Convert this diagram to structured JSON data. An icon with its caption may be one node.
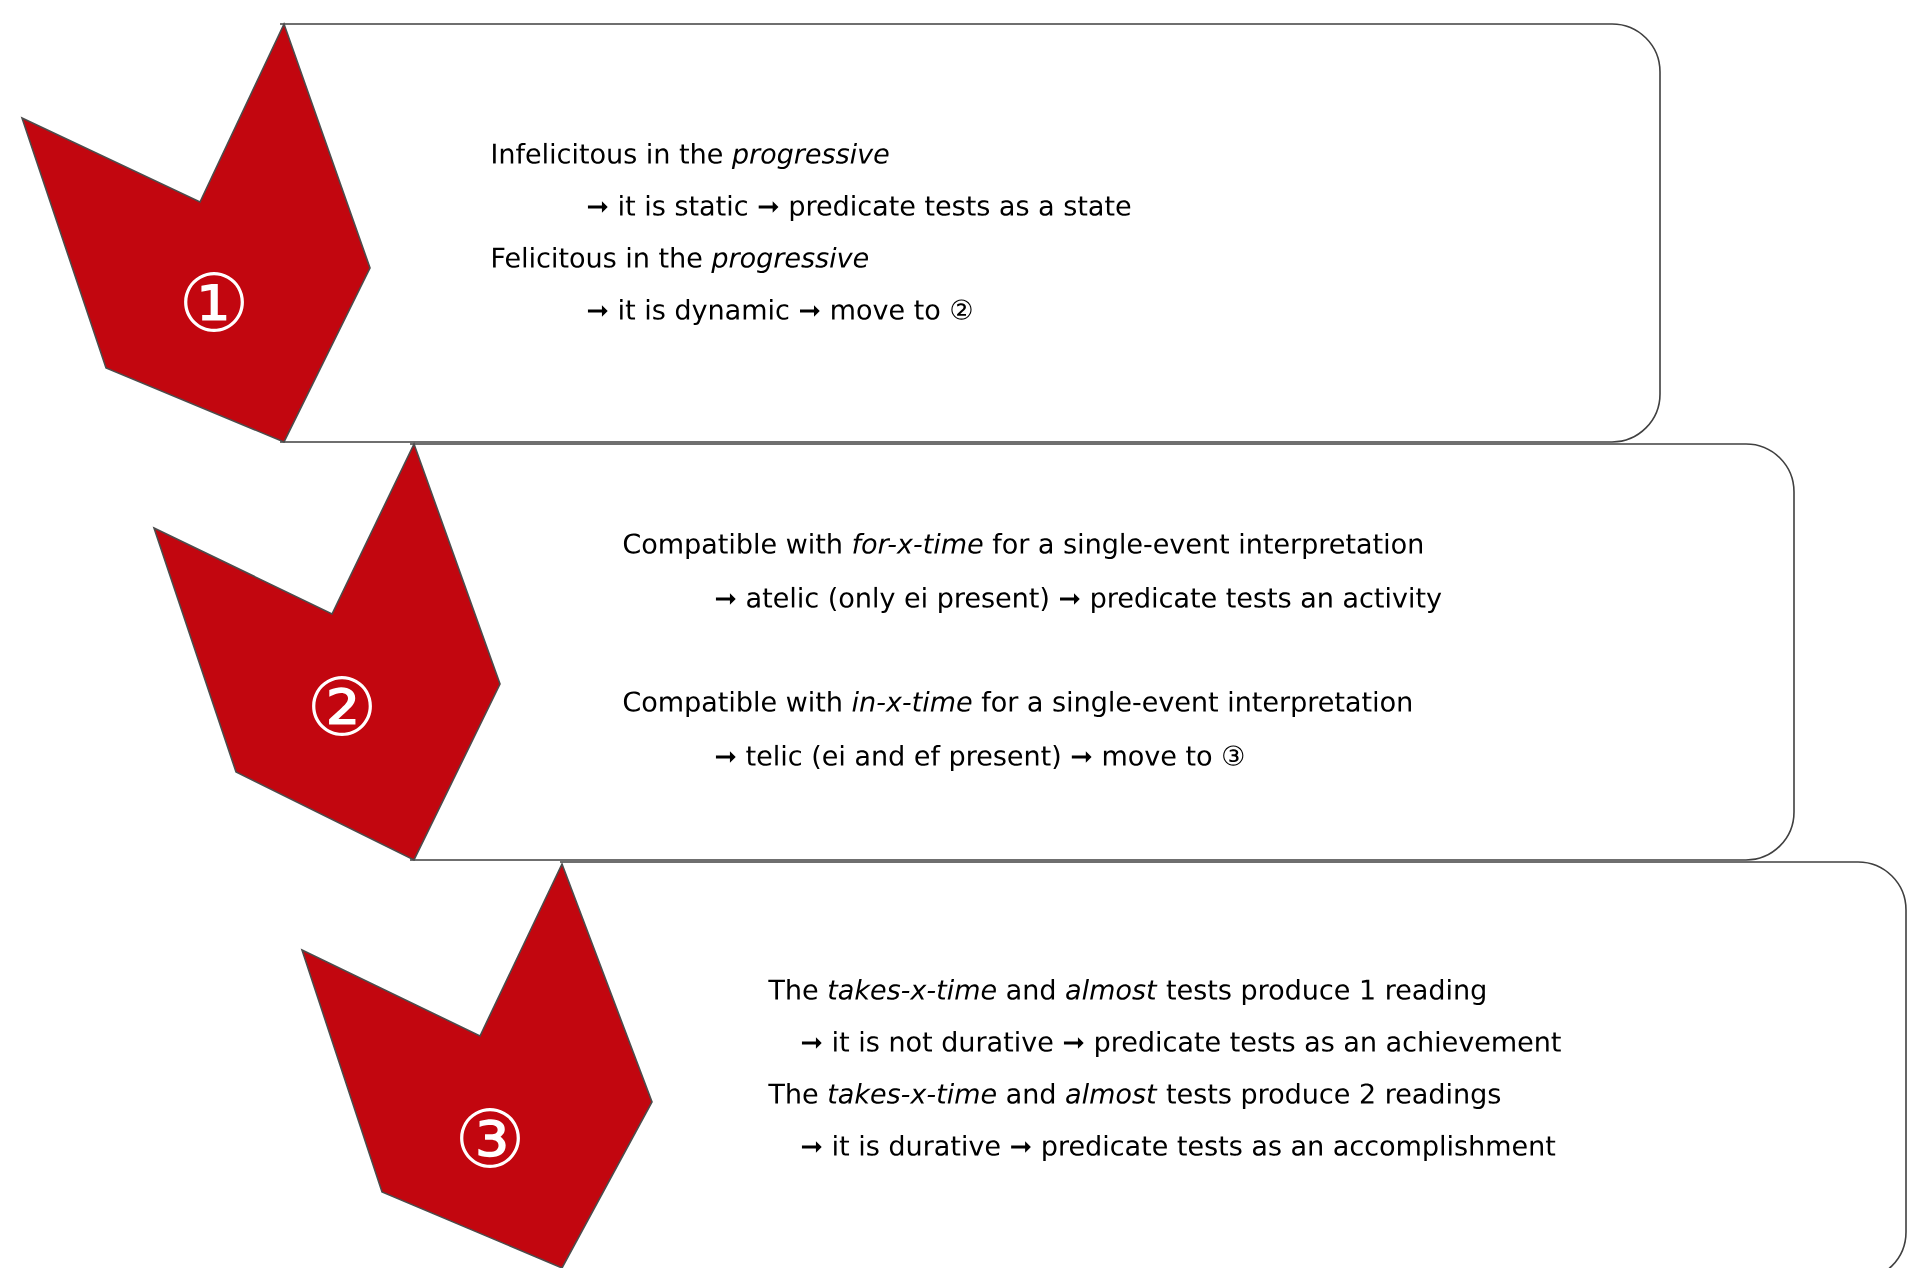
{
  "diagram": {
    "nodes": [
      {
        "text": [
          "①"
        ]
      },
      {
        "text": [
          "Infelicitous in the *progressive*",
          "➞ it is static ➞ predicate tests as a state",
          "Felicitous in the *progressive*",
          "➞ it is dynamic ➞ move to ②"
        ]
      },
      {
        "text": [
          "②"
        ]
      },
      {
        "text": [
          "Compatible with *for-x-time* for a single-event interpretation",
          "➞ atelic (only ei present) ➞ predicate tests an activity",
          "Compatible with *in-x-time* for a single-event interpretation",
          "➞ telic (ei and ef present) ➞ move to ③"
        ]
      },
      {
        "text": [
          "③"
        ]
      },
      {
        "text": [
          "The *takes-x-time* and *almost* tests produce 1 reading",
          "➞ it is not durative ➞ predicate tests as an achievement",
          "The *takes-x-time* and *almost* tests produce 2 readings",
          "➞ it is durative ➞ predicate tests as an accomplishment"
        ]
      }
    ],
    "edges": []
  }
}
